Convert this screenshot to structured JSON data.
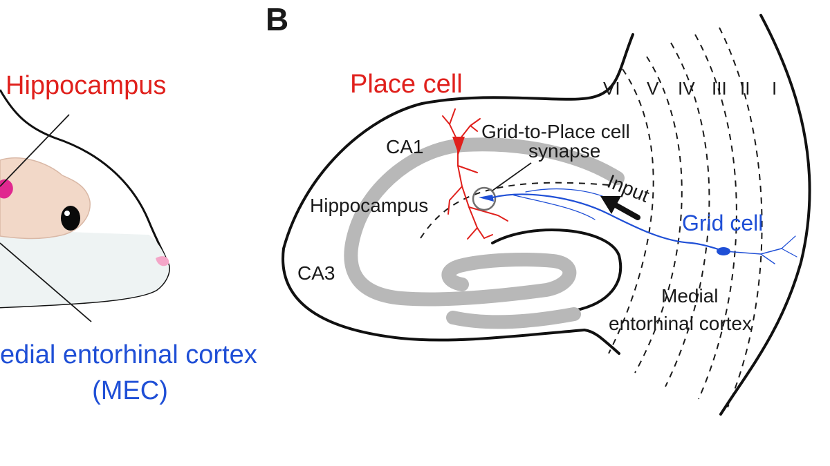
{
  "panel_b": {
    "letter": "B",
    "place_cell_label": "Place cell",
    "grid_cell_label": "Grid cell",
    "synapse_label_line1": "Grid-to-Place cell",
    "synapse_label_line2": "synapse",
    "input_label": "Input",
    "hippocampus_label": "Hippocampus",
    "ca1_label": "CA1",
    "ca3_label": "CA3",
    "mec_label_line1": "Medial",
    "mec_label_line2": "entorhinal cortex",
    "layers": [
      "VI",
      "V",
      "IV",
      "III",
      "II",
      "I"
    ]
  },
  "panel_a": {
    "hippocampus_label": "Hippocampus",
    "mec_label_line1": "edial entorhinal cortex",
    "mec_label_line2": "(MEC)"
  },
  "colors": {
    "place_red": "#e0201c",
    "grid_blue": "#1f4fd6",
    "hippocampus_gray": "#b8b8b8",
    "outline": "#111111"
  }
}
